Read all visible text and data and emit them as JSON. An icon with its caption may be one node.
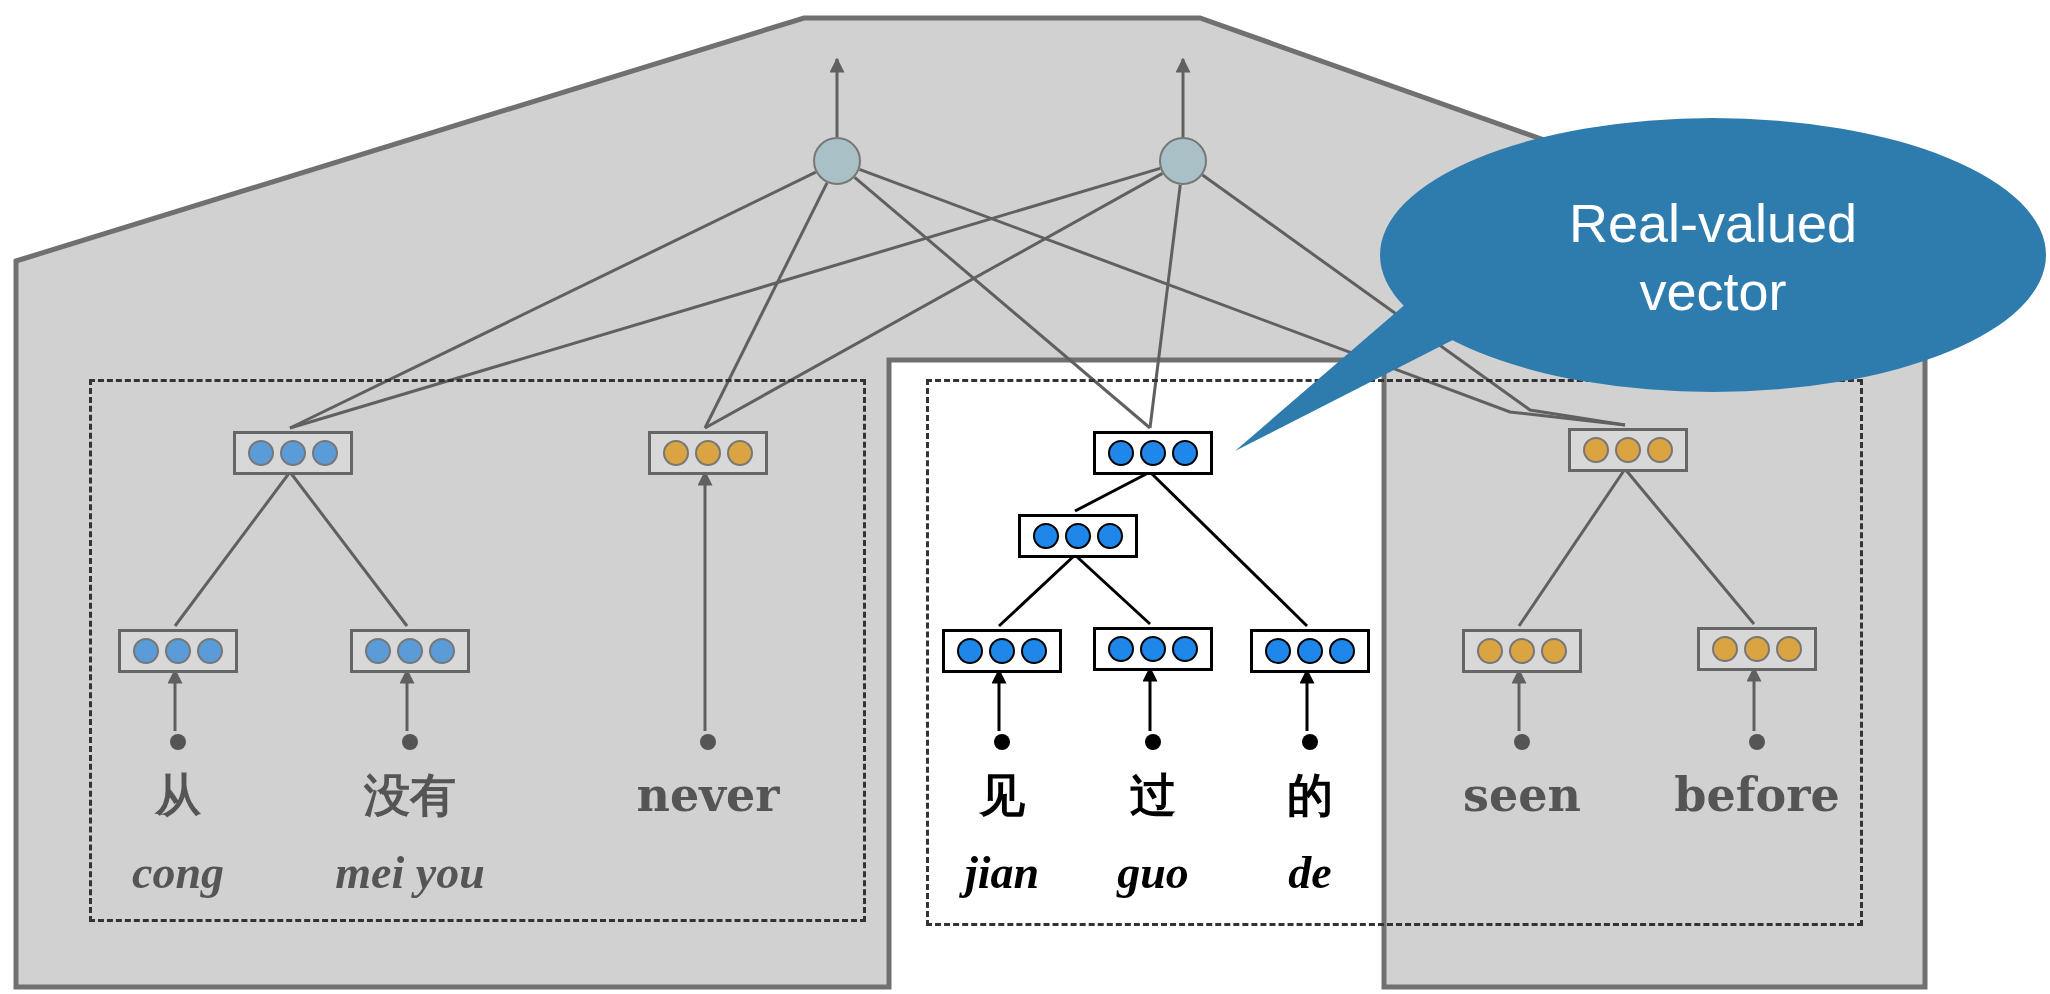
{
  "diagram": {
    "nodes": [
      {
        "text": [],
        "shape": "circle"
      },
      {
        "text": [],
        "shape": "circle"
      },
      {
        "text": [],
        "shape": "box"
      },
      {
        "text": [],
        "shape": "box",
        "in": 2
      },
      {
        "text": [],
        "shape": "box",
        "in": 2
      },
      {
        "text": [],
        "shape": "box",
        "in": 2
      },
      {
        "text": [],
        "shape": "box",
        "in": 2
      },
      {
        "text": [],
        "shape": "circle",
        "in": 2,
        "beside": [
          "从",
          "cong"
        ]
      },
      {
        "text": [],
        "shape": "circle",
        "in": 2,
        "beside": [
          "没有",
          "mei you"
        ]
      },
      {
        "text": [],
        "shape": "circle",
        "in": 2,
        "beside": [
          "never"
        ]
      },
      {
        "text": [],
        "shape": "box"
      },
      {
        "text": [],
        "shape": "box",
        "in": 10
      },
      {
        "text": [],
        "shape": "box",
        "in": 10
      },
      {
        "text": [],
        "shape": "box",
        "in": 10
      },
      {
        "text": [],
        "shape": "box",
        "in": 10
      },
      {
        "text": [],
        "shape": "box",
        "in": 10
      },
      {
        "text": [],
        "shape": "box",
        "in": 10
      },
      {
        "text": [],
        "shape": "box",
        "in": 10
      },
      {
        "text": [],
        "shape": "box",
        "in": 10
      },
      {
        "text": [],
        "shape": "circle",
        "in": 10,
        "beside": [
          "见",
          "jian"
        ]
      },
      {
        "text": [],
        "shape": "circle",
        "in": 10,
        "beside": [
          "过",
          "guo"
        ]
      },
      {
        "text": [],
        "shape": "circle",
        "in": 10,
        "beside": [
          "的",
          "de"
        ]
      },
      {
        "text": [],
        "shape": "circle",
        "in": 10,
        "beside": [
          "seen"
        ]
      },
      {
        "text": [],
        "shape": "circle",
        "in": 10,
        "beside": [
          "before"
        ]
      },
      {
        "text": [
          "Real-valued vector"
        ]
      }
    ],
    "edges": [
      {
        "from": 0,
        "to": null,
        "arrow": "to"
      },
      {
        "from": 1,
        "to": null,
        "arrow": "to"
      },
      {
        "from": 0,
        "to": 3,
        "arrow": "none"
      },
      {
        "from": 0,
        "to": 4,
        "arrow": "none"
      },
      {
        "from": 0,
        "to": 11,
        "arrow": "none"
      },
      {
        "from": 0,
        "to": 16,
        "arrow": "none"
      },
      {
        "from": 1,
        "to": 3,
        "arrow": "none"
      },
      {
        "from": 1,
        "to": 4,
        "arrow": "none"
      },
      {
        "from": 1,
        "to": 11,
        "arrow": "none"
      },
      {
        "from": 1,
        "to": 16,
        "arrow": "none"
      },
      {
        "from": 5,
        "to": 3,
        "arrow": "none"
      },
      {
        "from": 6,
        "to": 3,
        "arrow": "none"
      },
      {
        "from": 9,
        "to": 4,
        "arrow": "to"
      },
      {
        "from": 7,
        "to": 5,
        "arrow": "to"
      },
      {
        "from": 8,
        "to": 6,
        "arrow": "to"
      },
      {
        "from": 13,
        "to": 12,
        "arrow": "none",
        "color": "#000000"
      },
      {
        "from": 14,
        "to": 12,
        "arrow": "none",
        "color": "#000000"
      },
      {
        "from": 12,
        "to": 11,
        "arrow": "none",
        "color": "#000000"
      },
      {
        "from": 15,
        "to": 11,
        "arrow": "none",
        "color": "#000000"
      },
      {
        "from": 19,
        "to": 13,
        "arrow": "to",
        "color": "#000000"
      },
      {
        "from": 20,
        "to": 14,
        "arrow": "to",
        "color": "#000000"
      },
      {
        "from": 21,
        "to": 15,
        "arrow": "to",
        "color": "#000000"
      },
      {
        "from": 17,
        "to": 16,
        "arrow": "none"
      },
      {
        "from": 18,
        "to": 16,
        "arrow": "none"
      },
      {
        "from": 22,
        "to": 17,
        "arrow": "to"
      },
      {
        "from": 23,
        "to": 18,
        "arrow": "to"
      }
    ]
  }
}
